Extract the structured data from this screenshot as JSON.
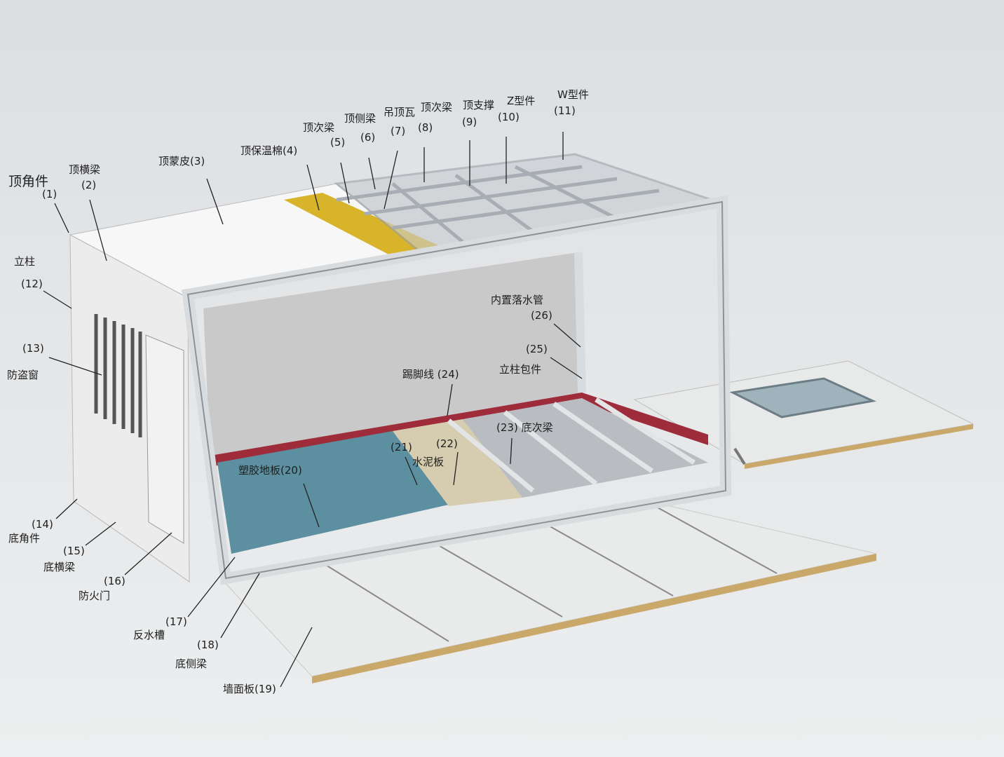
{
  "labels": [
    {
      "id": "1",
      "name": "顶角件",
      "num": "(1)"
    },
    {
      "id": "2",
      "name": "顶横梁",
      "num": "(2)"
    },
    {
      "id": "3",
      "name": "顶蒙皮",
      "num": "(3)"
    },
    {
      "id": "4",
      "name": "顶保温棉",
      "num": "(4)"
    },
    {
      "id": "5",
      "name": "顶次梁",
      "num": "(5)"
    },
    {
      "id": "6",
      "name": "顶侧梁",
      "num": "(6)"
    },
    {
      "id": "7",
      "name": "吊顶瓦",
      "num": "(7)"
    },
    {
      "id": "8",
      "name": "顶次梁",
      "num": "(8)"
    },
    {
      "id": "9",
      "name": "顶支撑",
      "num": "(9)"
    },
    {
      "id": "10",
      "name": "Z型件",
      "num": "(10)"
    },
    {
      "id": "11",
      "name": "W型件",
      "num": "(11)"
    },
    {
      "id": "12",
      "name": "立柱",
      "num": "(12)"
    },
    {
      "id": "13",
      "name": "防盗窗",
      "num": "(13)"
    },
    {
      "id": "14",
      "name": "底角件",
      "num": "(14)"
    },
    {
      "id": "15",
      "name": "底横梁",
      "num": "(15)"
    },
    {
      "id": "16",
      "name": "防火门",
      "num": "(16)"
    },
    {
      "id": "17",
      "name": "反水槽",
      "num": "(17)"
    },
    {
      "id": "18",
      "name": "底侧梁",
      "num": "(18)"
    },
    {
      "id": "19",
      "name": "墙面板",
      "num": "(19)"
    },
    {
      "id": "20",
      "name": "塑胶地板",
      "num": "(20)"
    },
    {
      "id": "21",
      "name": "",
      "num": "(21)"
    },
    {
      "id": "22",
      "name": "水泥板",
      "num": "(22)"
    },
    {
      "id": "23",
      "name": "底次梁",
      "num": "(23)"
    },
    {
      "id": "24",
      "name": "踢脚线",
      "num": "(24)"
    },
    {
      "id": "25",
      "name": "立柱包件",
      "num": "(25)"
    },
    {
      "id": "26",
      "name": "内置落水管",
      "num": "(26)"
    }
  ],
  "colors": {
    "insulation": "#d8b42a",
    "floor_vinyl": "#5c8fa0",
    "cement_board": "#d6cdb0",
    "skirting": "#9e2c3a",
    "frame": "#d9dcdf"
  }
}
